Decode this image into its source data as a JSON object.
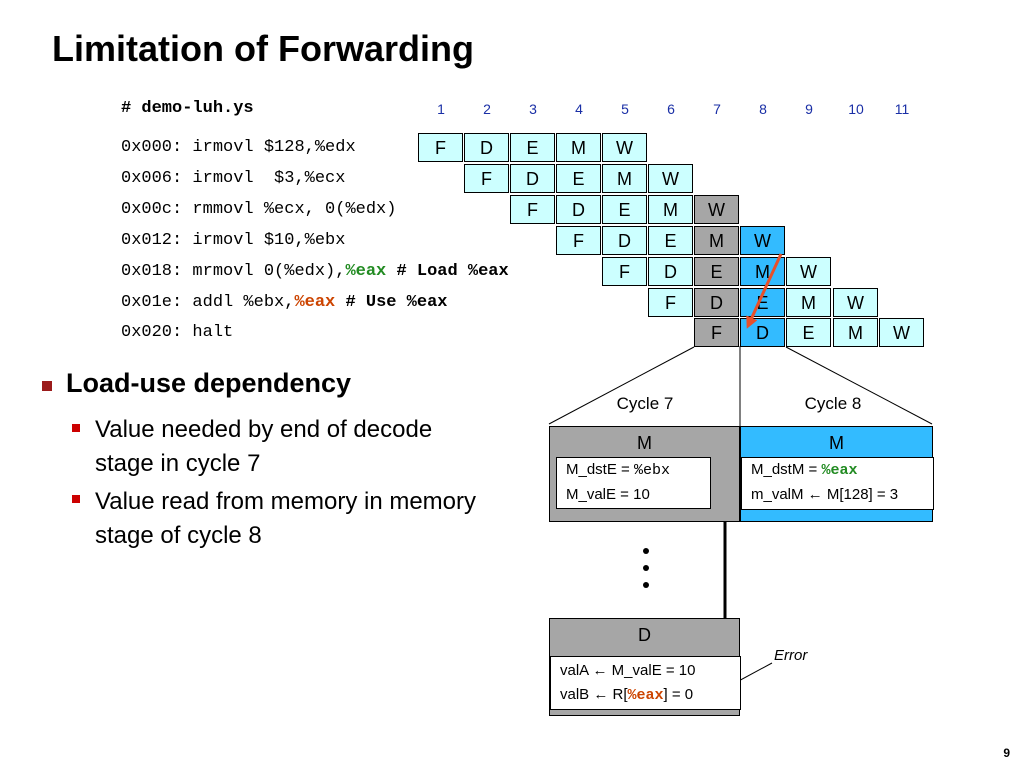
{
  "title": "Limitation of Forwarding",
  "program_header": "# demo-luh.ys",
  "cycles": [
    "1",
    "2",
    "3",
    "4",
    "5",
    "6",
    "7",
    "8",
    "9",
    "10",
    "11"
  ],
  "instructions": [
    {
      "addr": "0x000:",
      "text": "irmovl $128,%edx",
      "stages": [
        "F",
        "D",
        "E",
        "M",
        "W"
      ]
    },
    {
      "addr": "0x006:",
      "text": "irmovl  $3,%ecx",
      "stages": [
        "F",
        "D",
        "E",
        "M",
        "W"
      ]
    },
    {
      "addr": "0x00c:",
      "text": "rmmovl %ecx, 0(%edx)",
      "stages": [
        "F",
        "D",
        "E",
        "M",
        "W"
      ]
    },
    {
      "addr": "0x012:",
      "text": "irmovl $10,%ebx",
      "stages": [
        "F",
        "D",
        "E",
        "M",
        "W"
      ]
    },
    {
      "addr": "0x018:",
      "text_pre": "mrmovl 0(%edx),",
      "text_reg": "%eax",
      "text_post": " # Load %eax",
      "stages": [
        "F",
        "D",
        "E",
        "M",
        "W"
      ]
    },
    {
      "addr": "0x01e:",
      "text_pre": "addl %ebx,",
      "text_reg": "%eax",
      "text_post": " # Use %eax",
      "stages": [
        "F",
        "D",
        "E",
        "M",
        "W"
      ]
    },
    {
      "addr": "0x020:",
      "text": "halt",
      "stages": [
        "F",
        "D",
        "E",
        "M",
        "W"
      ]
    }
  ],
  "bullets": {
    "main": "Load-use dependency",
    "sub": [
      "Value needed by end of decode stage in cycle 7",
      "Value read from memory in memory stage of cycle 8"
    ]
  },
  "cycle7": {
    "label": "Cycle 7",
    "reg": "M",
    "line1_pre": "M_dstE = ",
    "line1_reg": "%ebx",
    "line2": "M_valE = 10"
  },
  "cycle8": {
    "label": "Cycle 8",
    "reg": "M",
    "line1_pre": "M_dstM = ",
    "line1_reg": "%eax",
    "line2": "m_valM ← M[128] = 3"
  },
  "decode": {
    "reg": "D",
    "line1": "valA ← M_valE = 10",
    "line2_pre": "valB ← R[",
    "line2_reg": "%eax",
    "line2_post": "] = 0"
  },
  "error_label": "Error",
  "page_number": "9",
  "colors": {
    "stage_fill": "#ccffff",
    "cycle7_fill": "#a6a6a6",
    "cycle8_fill": "#33bbff",
    "error_arrow": "#e8502a",
    "eax_green": "#228B22",
    "eax_orange": "#cc4400"
  }
}
